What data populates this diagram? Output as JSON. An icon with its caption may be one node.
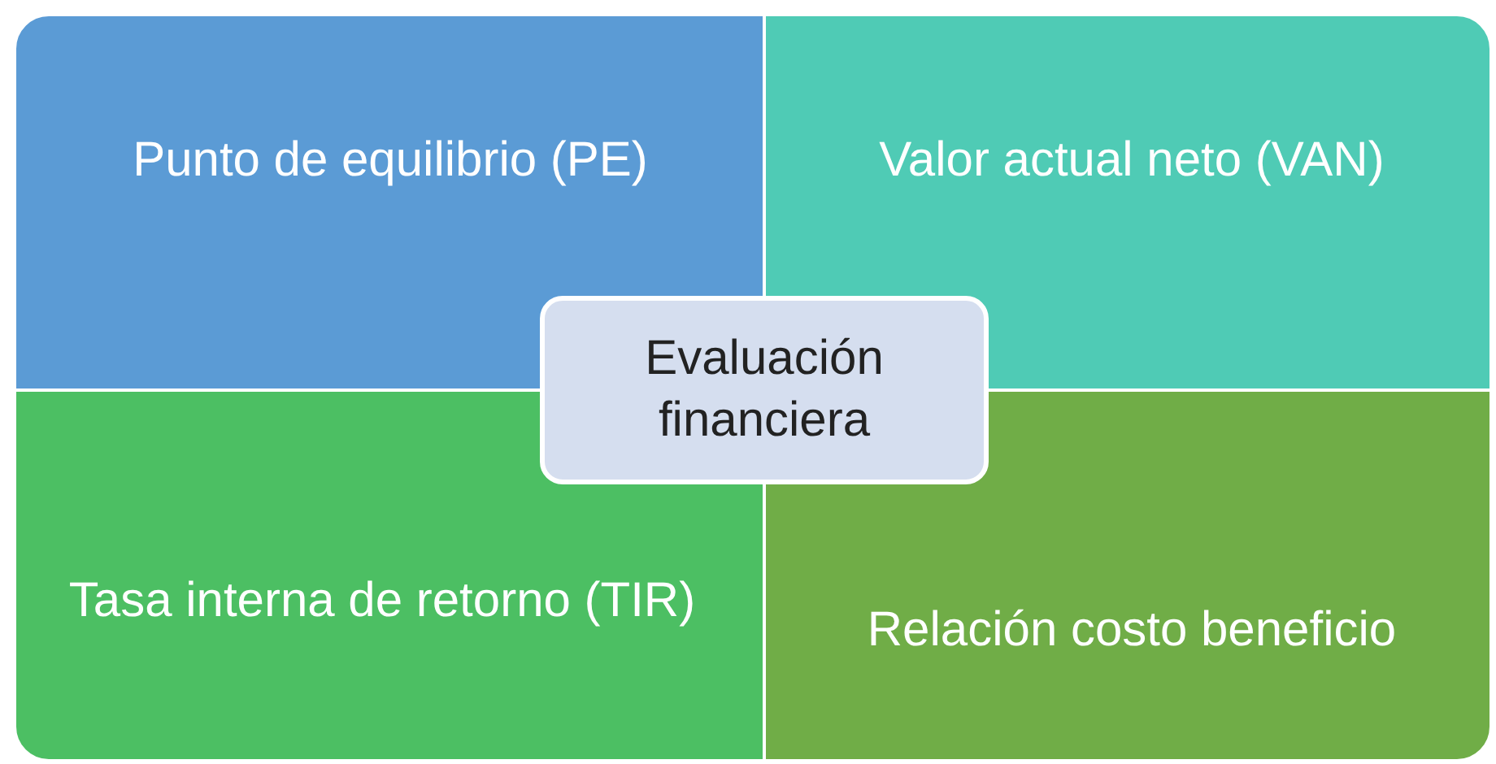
{
  "diagram": {
    "nodes": [
      {
        "text": [
          "Punto de equilibrio (PE)"
        ]
      },
      {
        "text": [
          "Valor actual neto (VAN)"
        ]
      },
      {
        "text": [
          "Evaluación financiera"
        ]
      },
      {
        "text": [
          "Tasa interna de retorno (TIR)"
        ]
      },
      {
        "text": [
          "Relación costo beneficio"
        ]
      }
    ]
  }
}
